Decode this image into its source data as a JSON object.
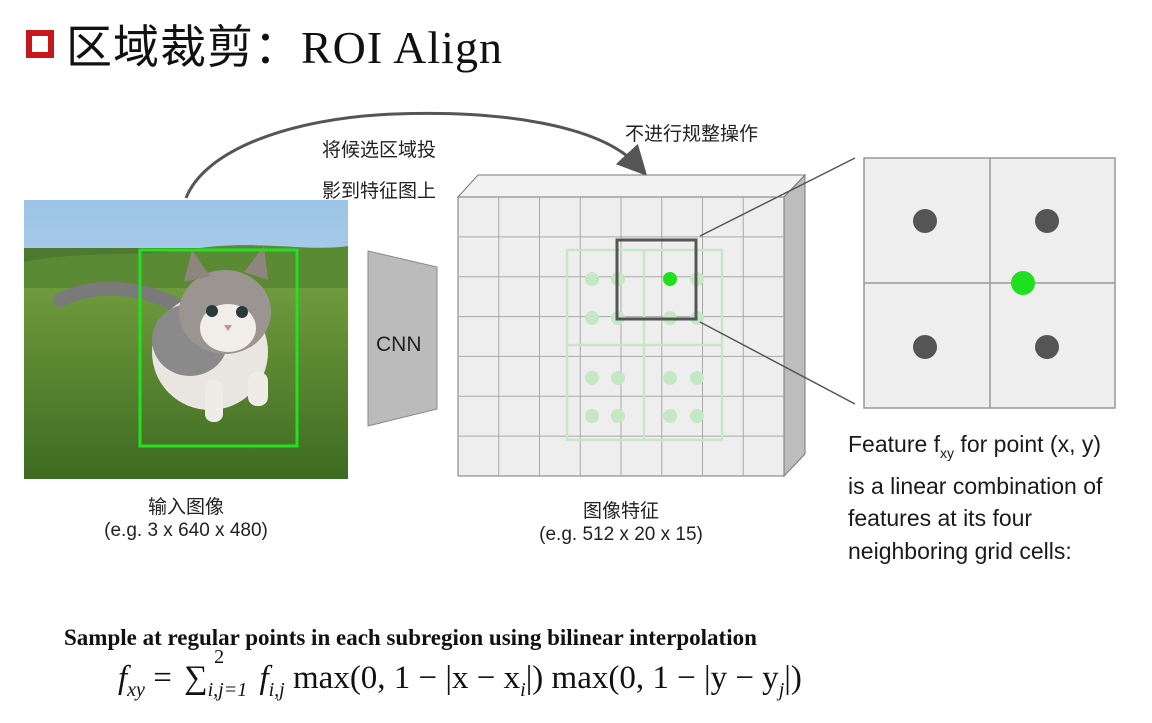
{
  "title": {
    "cn": "区域裁剪：",
    "en": "ROI Align"
  },
  "arrow_label": {
    "line1": "将候选区域投",
    "line2": "影到特征图上"
  },
  "no_snap_label": "不进行规整操作",
  "cnn_label": "CNN",
  "input": {
    "label": "输入图像",
    "shape": "(e.g. 3 x 640 x 480)"
  },
  "feature_map": {
    "label": "图像特征",
    "shape": "(e.g. 512 x 20 x 15)"
  },
  "feature_desc": {
    "pre": "Feature f",
    "sub": "xy",
    "post": " for point (x, y)",
    "line2": "is a linear combination of",
    "line3": "features at its four",
    "line4": "neighboring grid cells:"
  },
  "sample_text": "Sample at regular points in each subregion using bilinear interpolation",
  "formula": {
    "lhs": "f",
    "lhs_sub": "xy",
    "sum_sup": "2",
    "sum_sub": "i,j=1",
    "term": "f",
    "term_sub": "i,j",
    "part1": "max(0, 1 − |x − x",
    "part1_sub": "i",
    "part2": "|) max(0, 1 − |y − y",
    "part2_sub": "j",
    "part3": "|)"
  },
  "colors": {
    "accent_red": "#c8161d",
    "roi_green": "#22e022",
    "sample_point_green": "#1ee01e",
    "grid_fill": "#eeeeee",
    "grid_line": "#a8a8a8",
    "dark_dot": "#555555"
  }
}
